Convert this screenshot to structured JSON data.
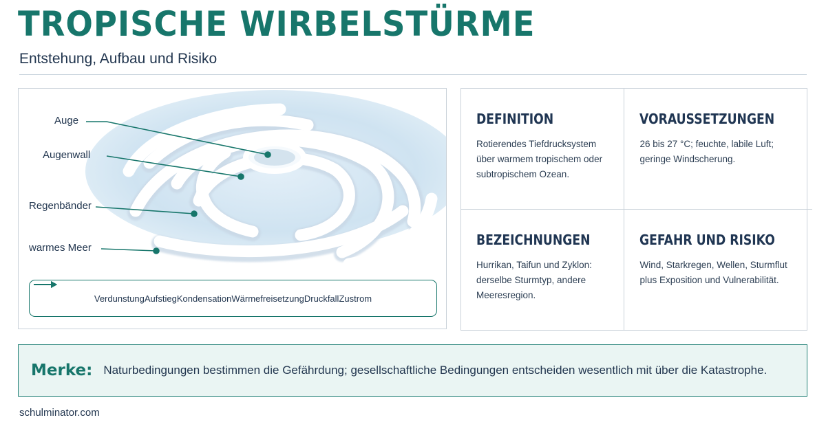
{
  "header": {
    "title": "TROPISCHE WIRBELSTÜRME",
    "subtitle": "Entstehung, Aufbau und Risiko"
  },
  "diagram": {
    "labels": {
      "auge": "Auge",
      "augenwall": "Augenwall",
      "regenbaender": "Regenbänder",
      "warmes_meer": "warmes Meer"
    },
    "process_steps": [
      "Verdunstung",
      "Aufstieg",
      "Kondensation",
      "Wärmefreisetzung",
      "Druckfall",
      "Zustrom"
    ]
  },
  "cards": [
    {
      "title": "DEFINITION",
      "text": "Rotierendes Tiefdrucksystem über warmem tropischem oder subtropischem Ozean."
    },
    {
      "title": "VORAUSSETZUNGEN",
      "text": "26 bis 27 °C; feuchte, labile Luft; geringe Windscherung."
    },
    {
      "title": "BEZEICHNUNGEN",
      "text": "Hurrikan, Taifun und Zyklon: derselbe Sturmtyp, andere Meeresregion."
    },
    {
      "title": "GEFAHR UND RISIKO",
      "text": "Wind, Starkregen, Wellen, Sturmflut plus Exposition und Vulnerabilität."
    }
  ],
  "merke": {
    "label": "Merke:",
    "text": "Naturbedingungen bestimmen die Gefährdung; gesellschaftliche Bedingungen entscheiden wesentlich mit über die Katastrophe."
  },
  "footer": "schulminator.com",
  "colors": {
    "accent": "#17766b",
    "navy": "#1f3552",
    "ocean": "#cfe3f1"
  }
}
